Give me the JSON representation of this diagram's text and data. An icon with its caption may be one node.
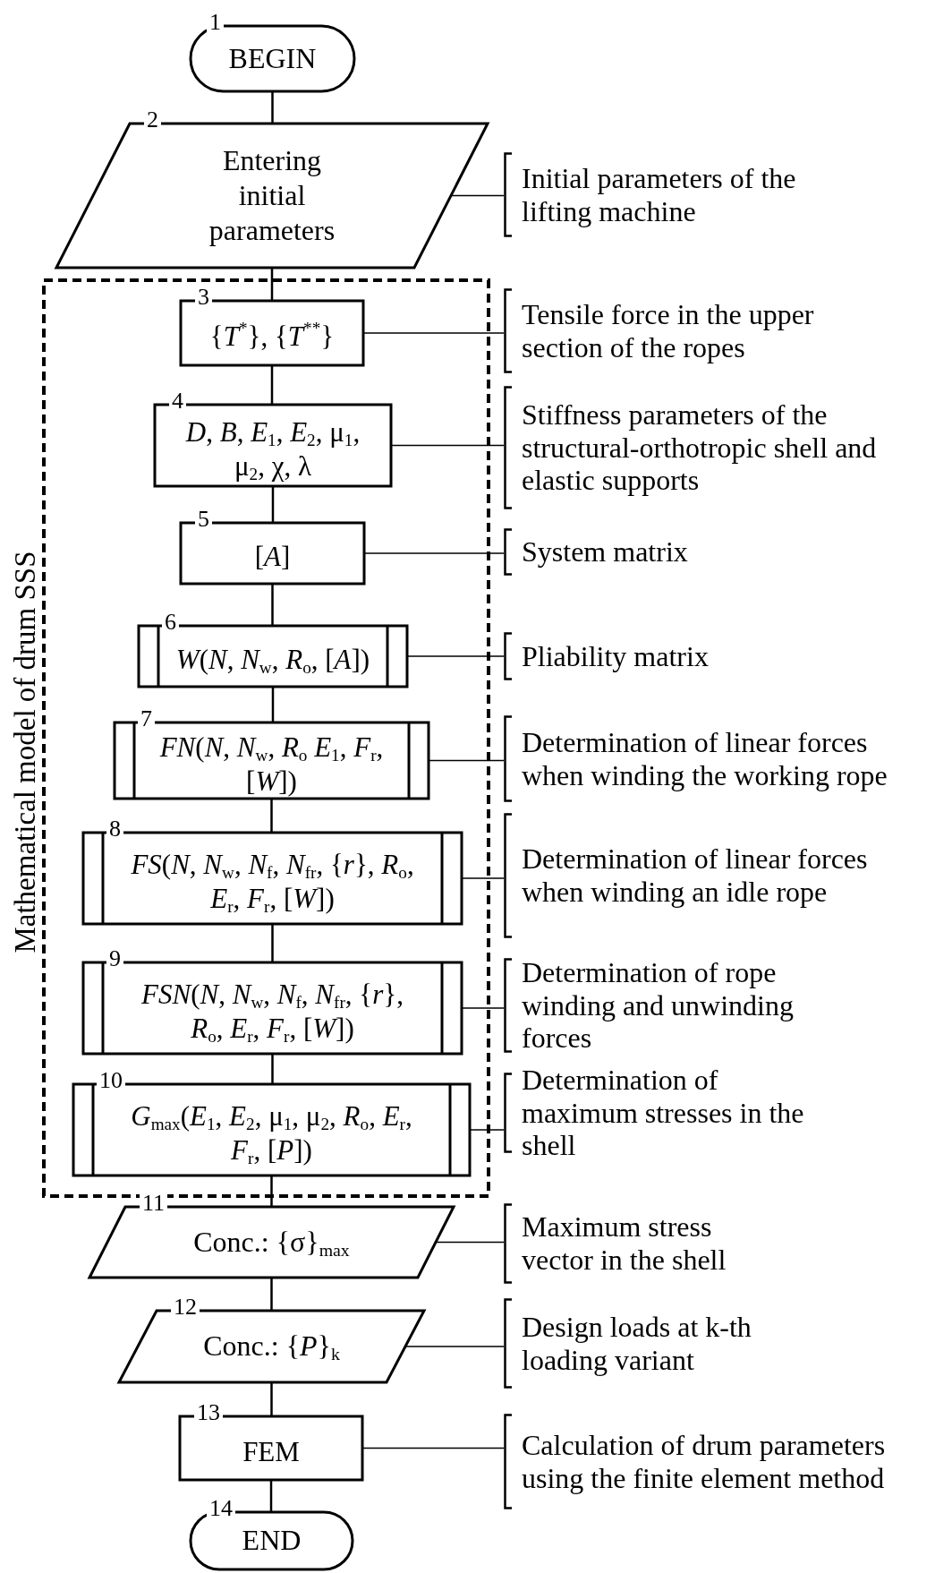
{
  "diagram": {
    "nodes": [
      {
        "text": [
          "1",
          "BEGIN"
        ]
      },
      {
        "text": [
          "2",
          "Entering initial parameters"
        ]
      },
      {
        "text": [
          "Mathematical model of drum SSS"
        ]
      },
      {
        "text": [
          "3",
          "{*T*$^{*}$}, {*T*$^{**}$}"
        ],
        "in": 2
      },
      {
        "text": [
          "4",
          "*D*, *B*, *E*$_{1}$, *E*$_{2}$, μ$_{1}$, μ$_{2}$, χ, λ"
        ],
        "in": 2
      },
      {
        "text": [
          "5",
          "[*A*]"
        ],
        "in": 2
      },
      {
        "text": [
          "6",
          "*W*(*N*, *N*$_{w}$, *R*$_{o}$, [*A*])"
        ],
        "in": 2
      },
      {
        "text": [
          "7",
          "*FN*(*N*, *N*$_{w}$, *R*$_{o}$ *E*$_{1}$, *F*$_{r}$, [*W*])"
        ],
        "in": 2
      },
      {
        "text": [
          "8",
          "*FS*(*N*, *N*$_{w}$, *N*$_{f}$, *N*$_{fr}$, {*r*}, *R*$_{o}$, *E*$_{r}$, *F*$_{r}$, [*W*])"
        ],
        "in": 2
      },
      {
        "text": [
          "9",
          "*FSN*(*N*, *N*$_{w}$, *N*$_{f}$, *N*$_{fr}$, {*r*}, *R*$_{o}$, *E*$_{r}$, *F*$_{r}$, [*W*])"
        ],
        "in": 2
      },
      {
        "text": [
          "10",
          "*G*$_{max}$(*E*$_{1}$, *E*$_{2}$, μ$_{1}$, μ$_{2}$, *R*$_{o}$, *E*$_{r}$, *F*$_{r}$, [*P*])"
        ],
        "in": 2
      },
      {
        "text": [
          "11",
          "Conc.: {σ}$_{max}$"
        ]
      },
      {
        "text": [
          "12",
          "Conc.: {*P*}$_{k}$"
        ]
      },
      {
        "text": [
          "13",
          "FEM"
        ]
      },
      {
        "text": [
          "14",
          "END"
        ]
      },
      {
        "text": [
          "Initial parameters of the lifting machine"
        ]
      },
      {
        "text": [
          "Tensile force in the upper section of the ropes"
        ]
      },
      {
        "text": [
          "Stiffness parameters of the structural-orthotropic shell and elastic supports"
        ]
      },
      {
        "text": [
          "System matrix"
        ]
      },
      {
        "text": [
          "Pliability matrix"
        ]
      },
      {
        "text": [
          "Determination of linear forces when winding the working rope"
        ]
      },
      {
        "text": [
          "Determination of linear forces when winding an idle rope"
        ]
      },
      {
        "text": [
          "Determination of rope winding and unwinding forces"
        ]
      },
      {
        "text": [
          "Determination of maximum stresses in the shell"
        ]
      },
      {
        "text": [
          "Maximum stress vector in the shell"
        ]
      },
      {
        "text": [
          "Design loads at k-th loading variant"
        ]
      },
      {
        "text": [
          "Calculation of drum parameters using the finite element method"
        ]
      }
    ],
    "edges": [
      {
        "from": 0,
        "to": 1,
        "arrow": "none"
      },
      {
        "from": 1,
        "to": 3,
        "arrow": "none"
      },
      {
        "from": 3,
        "to": 4,
        "arrow": "none"
      },
      {
        "from": 4,
        "to": 5,
        "arrow": "none"
      },
      {
        "from": 5,
        "to": 6,
        "arrow": "none"
      },
      {
        "from": 6,
        "to": 7,
        "arrow": "none"
      },
      {
        "from": 7,
        "to": 8,
        "arrow": "none"
      },
      {
        "from": 8,
        "to": 9,
        "arrow": "none"
      },
      {
        "from": 9,
        "to": 10,
        "arrow": "none"
      },
      {
        "from": 10,
        "to": 11,
        "arrow": "none"
      },
      {
        "from": 11,
        "to": 12,
        "arrow": "none"
      },
      {
        "from": 12,
        "to": 13,
        "arrow": "none"
      },
      {
        "from": 13,
        "to": 14,
        "arrow": "none"
      },
      {
        "from": 1,
        "to": 15,
        "arrow": "none"
      },
      {
        "from": 3,
        "to": 16,
        "arrow": "none"
      },
      {
        "from": 4,
        "to": 17,
        "arrow": "none"
      },
      {
        "from": 5,
        "to": 18,
        "arrow": "none"
      },
      {
        "from": 6,
        "to": 19,
        "arrow": "none"
      },
      {
        "from": 7,
        "to": 20,
        "arrow": "none"
      },
      {
        "from": 8,
        "to": 21,
        "arrow": "none"
      },
      {
        "from": 9,
        "to": 22,
        "arrow": "none"
      },
      {
        "from": 10,
        "to": 23,
        "arrow": "none"
      },
      {
        "from": 11,
        "to": 24,
        "arrow": "none"
      },
      {
        "from": 12,
        "to": 25,
        "arrow": "none"
      },
      {
        "from": 13,
        "to": 26,
        "arrow": "none"
      }
    ]
  }
}
